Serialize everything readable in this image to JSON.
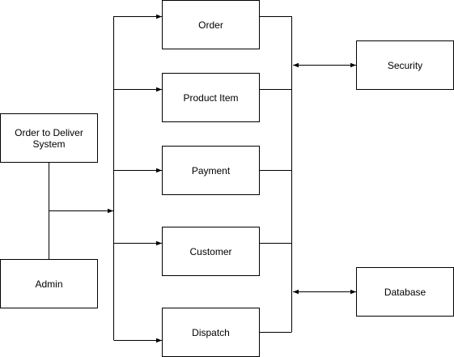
{
  "nodes": {
    "system": "Order to Deliver System",
    "admin": "Admin",
    "order": "Order",
    "product_item": "Product Item",
    "payment": "Payment",
    "customer": "Customer",
    "dispatch": "Dispatch",
    "security": "Security",
    "database": "Database"
  }
}
